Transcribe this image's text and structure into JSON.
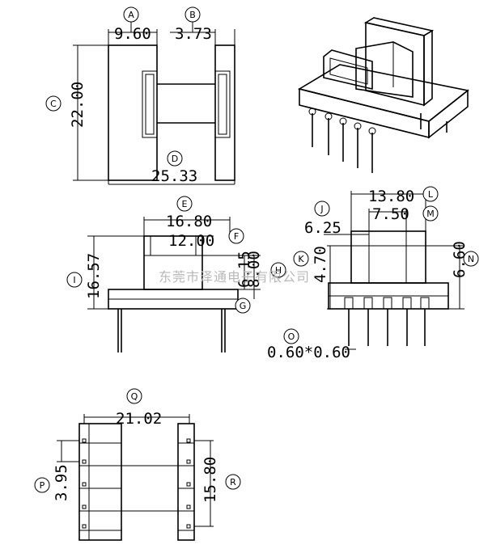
{
  "watermark": "东莞市泽通电子有限公司",
  "top_view": {
    "a": {
      "letter": "A",
      "value": "9.60"
    },
    "b": {
      "letter": "B",
      "value": "3.73"
    },
    "c": {
      "letter": "C",
      "value": "22.00"
    },
    "d": {
      "letter": "D",
      "value": "25.33"
    }
  },
  "front_view": {
    "e": {
      "letter": "E",
      "value": "16.80"
    },
    "f": {
      "letter": "F",
      "value": "12.00"
    },
    "g": {
      "letter": "G",
      "value": ""
    },
    "h1": {
      "letter": "H",
      "value": "6.15"
    },
    "h2": {
      "value": "8.00"
    },
    "i": {
      "letter": "I",
      "value": "16.57"
    }
  },
  "side_view": {
    "j": {
      "letter": "J",
      "value": "6.25"
    },
    "k": {
      "letter": "K",
      "value": "4.70"
    },
    "l": {
      "letter": "L",
      "value": "13.80"
    },
    "m": {
      "letter": "M",
      "value": "7.50"
    },
    "n": {
      "letter": "N",
      "value": "6.60"
    },
    "o": {
      "letter": "O",
      "value": "0.60*0.60"
    }
  },
  "bottom_view": {
    "p": {
      "letter": "P",
      "value": "3.95"
    },
    "q": {
      "letter": "Q",
      "value": "21.02"
    },
    "r": {
      "letter": "R",
      "value": "15.80"
    }
  }
}
